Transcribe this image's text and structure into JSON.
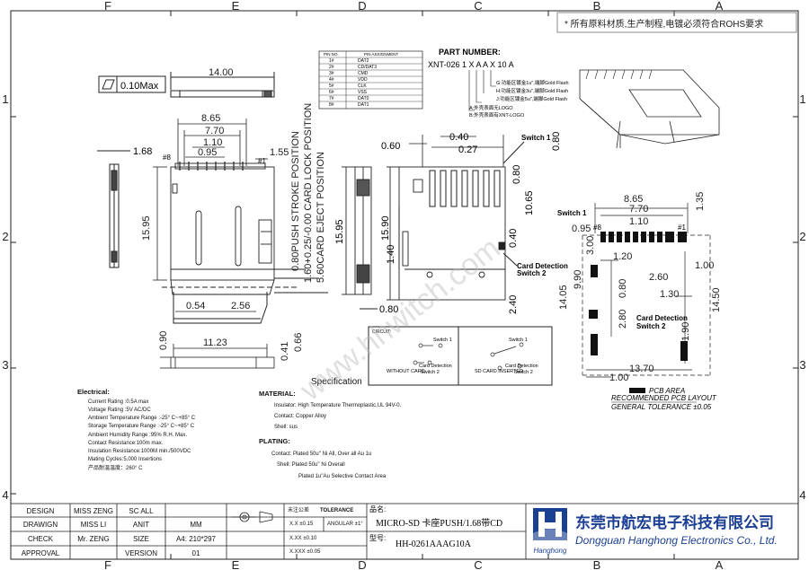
{
  "frame": {
    "columns_top": [
      "F",
      "E",
      "D",
      "C",
      "B",
      "A"
    ],
    "columns_bottom": [
      "F",
      "E",
      "D",
      "C",
      "B",
      "A"
    ],
    "rows_left": [
      "1",
      "2",
      "3",
      "4"
    ],
    "rows_right": [
      "1",
      "2",
      "3",
      "4"
    ]
  },
  "rohs_note": "* 所有原料材质,生产制程,电镀必须符合ROHS要求",
  "part_number": {
    "title": "PART NUMBER:",
    "code": "XNT-026 1 X A A X 10 A",
    "options": [
      "G:功能区镀金1u\",端脚Gold Flash",
      "H:功能区镀金3u\",端脚Gold Flash",
      "J:功能区镀金5u\",端脚Gold Flash"
    ],
    "logo_options": [
      "A:外壳表面无LOGO",
      "B:外壳表面有XNT-LOGO"
    ]
  },
  "pin_table": {
    "headers": [
      "PIN NO.",
      "PIN ASSIGNMENT"
    ],
    "rows": [
      [
        "1#",
        "DAT2"
      ],
      [
        "2#",
        "CD/DAT3"
      ],
      [
        "3#",
        "CMD"
      ],
      [
        "4#",
        "VDD"
      ],
      [
        "5#",
        "CLK"
      ],
      [
        "6#",
        "VSS"
      ],
      [
        "7#",
        "DAT0"
      ],
      [
        "8#",
        "DAT1"
      ]
    ]
  },
  "flatness": {
    "value": "0.10Max"
  },
  "left_dims": {
    "d14": "14.00",
    "d865": "8.65",
    "d770": "7.70",
    "d110": "1.10",
    "d095": "0.95",
    "d155": "1.55",
    "d168": "1.68",
    "d1595": "15.95",
    "d054": "0.54",
    "d256": "2.56",
    "d1123": "11.23",
    "d090": "0.90",
    "d041": "0.41",
    "d066": "0.66",
    "p8": "#8",
    "p1": "#1"
  },
  "positions": [
    "0.80PUSH STROKE POSITION",
    "1.60+0.25/-0.00 CARD LOCK POSITION",
    "5.60CARD EJECT POSITION"
  ],
  "mid_dims": {
    "d1595b": "15.95",
    "d1590": "15.90",
    "d140": "1.40",
    "d080": "0.80"
  },
  "right_dims": {
    "d060": "0.60",
    "d040": "0.40",
    "d027": "0.27",
    "d080b": "0.80",
    "d080c": "0.80",
    "d1065": "10.65",
    "d040b": "0.40",
    "d240": "2.40"
  },
  "switch_labels": {
    "sw1": "Switch 1",
    "cd": "Card Detection",
    "sw2": "Switch 2"
  },
  "pcb": {
    "d865": "8.65",
    "d770": "7.70",
    "d095": "0.95",
    "d110": "1.10",
    "d135": "1.35",
    "d120": "1.20",
    "d300": "3.00",
    "d100": "1.00",
    "d260": "2.60",
    "d1405": "14.05",
    "d990": "9.90",
    "d080": "0.80",
    "d130": "1.30",
    "d1450": "14.50",
    "d280": "2.80",
    "d190": "1.90",
    "d1370": "13.70",
    "d100b": "1.00",
    "p8": "#8",
    "p1": "#1",
    "legend_area": "PCB AREA",
    "legend_layout": "RECOMMENDED PCB LAYOUT",
    "legend_tol": "GENERAL TOLERANCE ±0.05"
  },
  "circuit": {
    "title": "CIRCUIT:",
    "left_caption": "WITHOUT CARD",
    "right_caption": "SD CARD INSERTED"
  },
  "specification": {
    "title": "Specification",
    "electrical_title": "Electrical:",
    "electrical": [
      "Current Rating :0.5A max",
      "Voltage Rating :5V AC/DC",
      "Ambient Temperature Range :-25° C~+85° C",
      "Storage Temperature Range :-25° C~+85° C",
      "Ambient Humidity Range :95% R.H. Max.",
      "Contact Resistance:100m max.",
      "Insulation Resistance:1000M  min./500VDC",
      "Mating Cycles:5,000 Insertions",
      "产品耐温温度：260° C"
    ],
    "material_title": "MATERIAL:",
    "material": [
      "Insulator: High Temperature Thermoplastic,UL 94V-0.",
      "Contact: Copper Alloy",
      "Shell: sus"
    ],
    "plating_title": "PLATING:",
    "plating": [
      "Contact: Plated 50u'' Ni All, Over all Au 1u",
      "Shell: Plated 50u'' Ni Overall",
      "Plated 1u\"Au Selective Contact Area"
    ]
  },
  "title_block": {
    "design_label": "DESIGN",
    "design_name": "MISS ZENG",
    "sc_label": "SC ALL",
    "drawing_label": "DRAWIGN",
    "drawing_name": "MISS LI",
    "unit_label": "ANIT",
    "unit_value": "MM",
    "check_label": "CHECK",
    "check_name": "Mr. ZENG",
    "size_label": "SIZE",
    "size_value": "A4: 210*297",
    "approval_label": "APPROVAL",
    "version_label": "VERSION",
    "version_value": "01",
    "tol_note": "未注公差",
    "tol_title": "TOLERANCE",
    "angular": "ANGULAR ±1°",
    "tol1": "X.X ±0.15",
    "tol2": "X.XX ±0.10",
    "tol3": "X.XXX ±0.05",
    "name_label": "品名:",
    "name_value": "MICRO-SD 卡座PUSH/1.68带CD",
    "model_label": "型号:",
    "model_value": "HH-0261AAAG10A",
    "logo_text": "Hanghong",
    "company_cn": "东莞市航宏电子科技有限公司",
    "company_en": "Dongguan Hanghong Electronics Co., Ltd."
  },
  "watermark": "www.hhwitch.com"
}
